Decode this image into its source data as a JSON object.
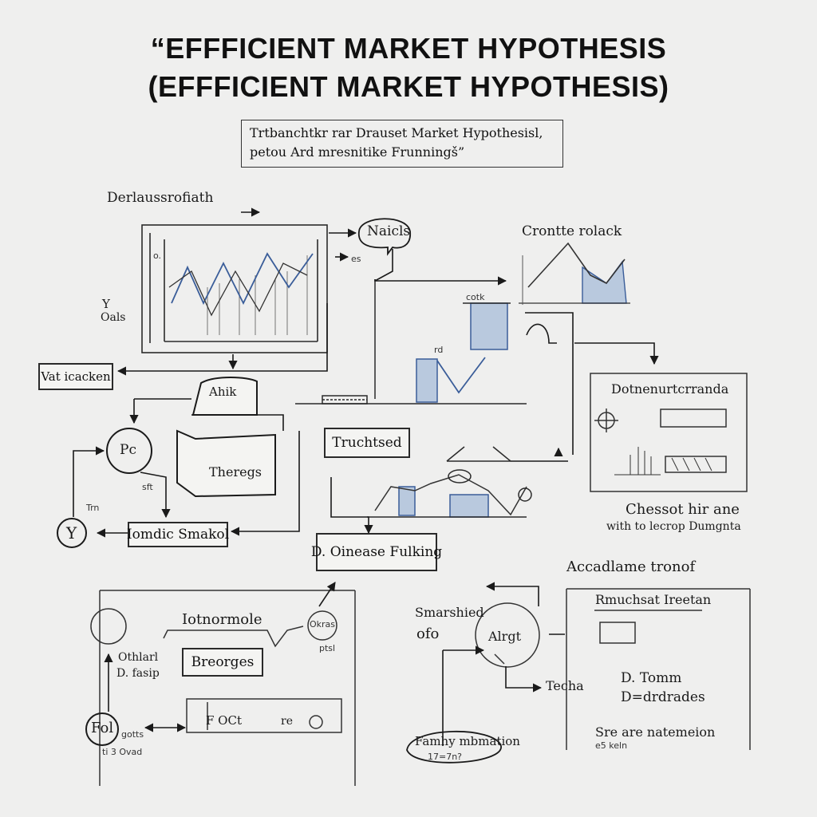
{
  "title": {
    "line1": "“EFFFICIENT MARKET HYPOTHESIS",
    "line2": "(EFFFICIENT MARKET HYPOTHESIS)"
  },
  "subtitle_box": {
    "line1": "Trtbanchtkr rar Drauset  Market  Hypothesisl,",
    "line2": "petou  Ard  mresnitike  Frunningš”"
  },
  "labels": {
    "derlaussr": "Derlaussrofiath",
    "naicls": "Naicls",
    "crontte": "Crontte rolack",
    "y_axis": "Y",
    "oals": "Oals",
    "o_mark": "o.",
    "es": "es",
    "cotk": "cotk",
    "rd": "rd",
    "vat_icacken": "Vat icacken",
    "ahik": "Ahik",
    "dotnernt": "Dotnenurtcrranda",
    "truchtsed": "Truchtsed",
    "pc": "Pc",
    "sft": "sft",
    "theregs": "Theregs",
    "trm": "Trn",
    "y_circle": "Y",
    "iomdic": "Iomdic Smakol",
    "d_oinease": "D. Oinease Fulking",
    "chessot_1": "Chessot hir ane",
    "chessot_2": "with to lecrop Dumgnta",
    "acca": "Accadlame tronof",
    "rmc": "Rmuchsat Ireetan",
    "iotnormole": "Iotnormole",
    "okras": "Okras",
    "ptsl": "ptsl",
    "othlarl": "Othlarl",
    "d_fasp": "D. fasip",
    "breorges": "Breorges",
    "smarshied": "Smarshied",
    "ofo": "ofo",
    "alrg": "Alrgt",
    "techa": "Techa",
    "d_tomm": "D. Tomm",
    "d_drdrades": "D=drdrades",
    "fol": "Fol",
    "gots": "gotts",
    "ti_ovad": "ti 3 Ovad",
    "f_oct": "F  OCt",
    "re_o": "re",
    "famy": "Famhy mbmation",
    "famy_sub": "17=7n?",
    "sre_1": "Sre are natemeion",
    "sre_2": "e5 keln"
  },
  "colors": {
    "ink": "#1a1a1a",
    "line_blue": "#3a5d99",
    "fill_blue": "#b9c9de",
    "paper": "#efefee"
  }
}
